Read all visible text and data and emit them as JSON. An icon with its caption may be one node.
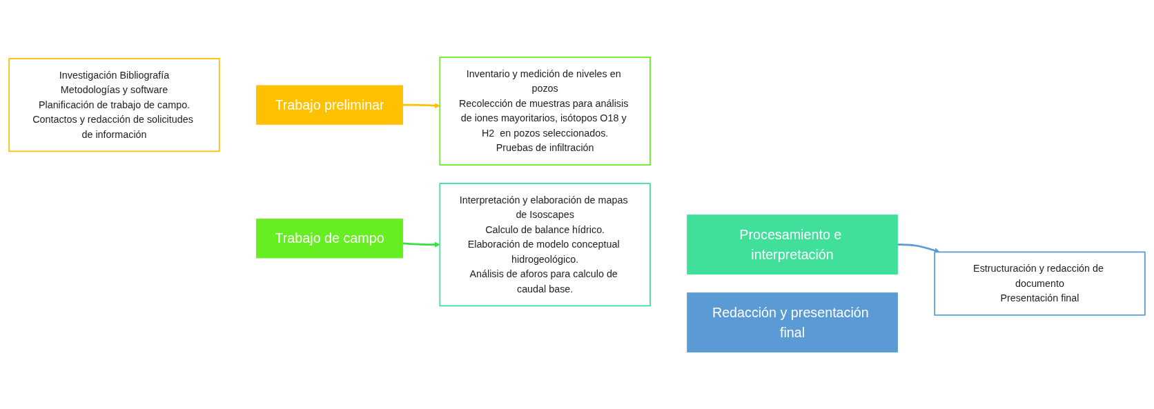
{
  "diagram": {
    "nodes": [
      {
        "text": [
          "Investigación Bibliografía",
          "Metodologías y software",
          "Planificación de trabajo de campo.",
          "Contactos y redacción de solicitudes de información"
        ]
      },
      {
        "text": [
          "Trabajo preliminar"
        ]
      },
      {
        "text": [
          "Trabajo de campo"
        ]
      },
      {
        "text": [
          "Inventario y medición de niveles en pozos",
          "Recolección de muestras para análisis de iones mayoritarios, isótopos O18 y H2  en pozos seleccionados.",
          "Pruebas de infiltración"
        ]
      },
      {
        "text": [
          "Interpretación y elaboración de mapas de Isoscapes",
          "Calculo de balance hídrico.",
          "Elaboración de modelo conceptual hidrogeológico.",
          "Análisis de aforos para calculo de caudal base."
        ]
      },
      {
        "text": [
          "Procesamiento e interpretación"
        ]
      },
      {
        "text": [
          "Redacción y presentación final"
        ]
      },
      {
        "text": [
          "Estructuración y redacción de documento",
          "Presentación final"
        ]
      }
    ],
    "edges": [
      {
        "from": 1,
        "to": 3,
        "arrow": "to",
        "color": "#ffc000"
      },
      {
        "from": 2,
        "to": 4,
        "arrow": "to",
        "color": "#33e23f"
      },
      {
        "from": 5,
        "to": 7,
        "arrow": "to",
        "color": "#5b9bd5"
      }
    ]
  }
}
